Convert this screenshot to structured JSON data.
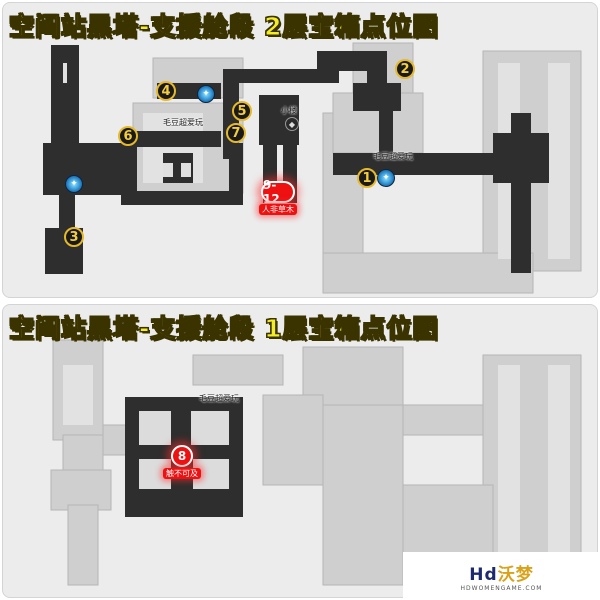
{
  "top_map": {
    "title": "空间站黑塔-支援舱段 2层宝箱点位图",
    "markers": [
      {
        "num": "1"
      },
      {
        "num": "2"
      },
      {
        "num": "3"
      },
      {
        "num": "4"
      },
      {
        "num": "5"
      },
      {
        "num": "6"
      },
      {
        "num": "7"
      }
    ],
    "red_marker": {
      "num": "9-12",
      "label": "人非草木"
    },
    "labels": {
      "mascot_a": "毛豆超爱玩",
      "mascot_b": "毛豆超爱玩",
      "shop": "小楼"
    }
  },
  "bottom_map": {
    "title": "空间站黑塔-支援舱段 1层宝箱点位图",
    "red_marker": {
      "num": "8",
      "label": "触不可及"
    },
    "labels": {
      "mascot": "毛豆超爱玩"
    }
  },
  "watermark": {
    "brand_latin": "Hd",
    "brand_cn": "沃梦",
    "domain": "HDWOMENGAME.COM"
  },
  "colors": {
    "title_yellow": "#f2ec2a",
    "marker_gold": "#e5b92a",
    "walkway_dark": "#2e2e2e",
    "inactive_gray": "#c9c9c9",
    "highlight_red": "#e11111"
  },
  "icons": {
    "teleport": "teleport-anchor-icon",
    "shop": "shop-icon"
  }
}
